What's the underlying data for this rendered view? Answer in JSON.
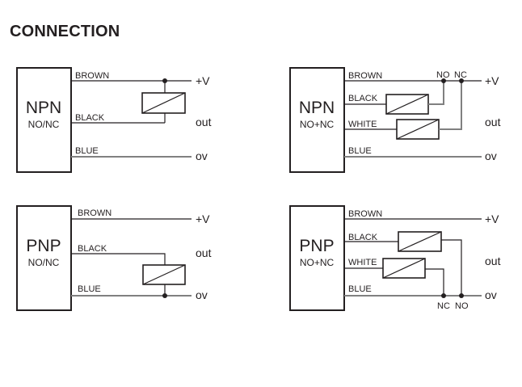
{
  "title": "CONNECTION",
  "diagrams": {
    "npn_nonc": {
      "type": "NPN",
      "mode": "NO/NC",
      "wires": {
        "brown": "BROWN",
        "black": "BLACK",
        "blue": "BLUE"
      },
      "terminals": {
        "pos": "+V",
        "out": "out",
        "neg": "ov"
      }
    },
    "npn_no_nc": {
      "type": "NPN",
      "mode": "NO+NC",
      "wires": {
        "brown": "BROWN",
        "black": "BLACK",
        "white": "WHITE",
        "blue": "BLUE"
      },
      "switch_labels": {
        "no": "NO",
        "nc": "NC"
      },
      "terminals": {
        "pos": "+V",
        "out": "out",
        "neg": "ov"
      }
    },
    "pnp_nonc": {
      "type": "PNP",
      "mode": "NO/NC",
      "wires": {
        "brown": "BROWN",
        "black": "BLACK",
        "blue": "BLUE"
      },
      "terminals": {
        "pos": "+V",
        "out": "out",
        "neg": "ov"
      }
    },
    "pnp_no_nc": {
      "type": "PNP",
      "mode": "NO+NC",
      "wires": {
        "brown": "BROWN",
        "black": "BLACK",
        "white": "WHITE",
        "blue": "BLUE"
      },
      "switch_labels": {
        "nc": "NC",
        "no": "NO"
      },
      "terminals": {
        "pos": "+V",
        "out": "out",
        "neg": "ov"
      }
    }
  }
}
